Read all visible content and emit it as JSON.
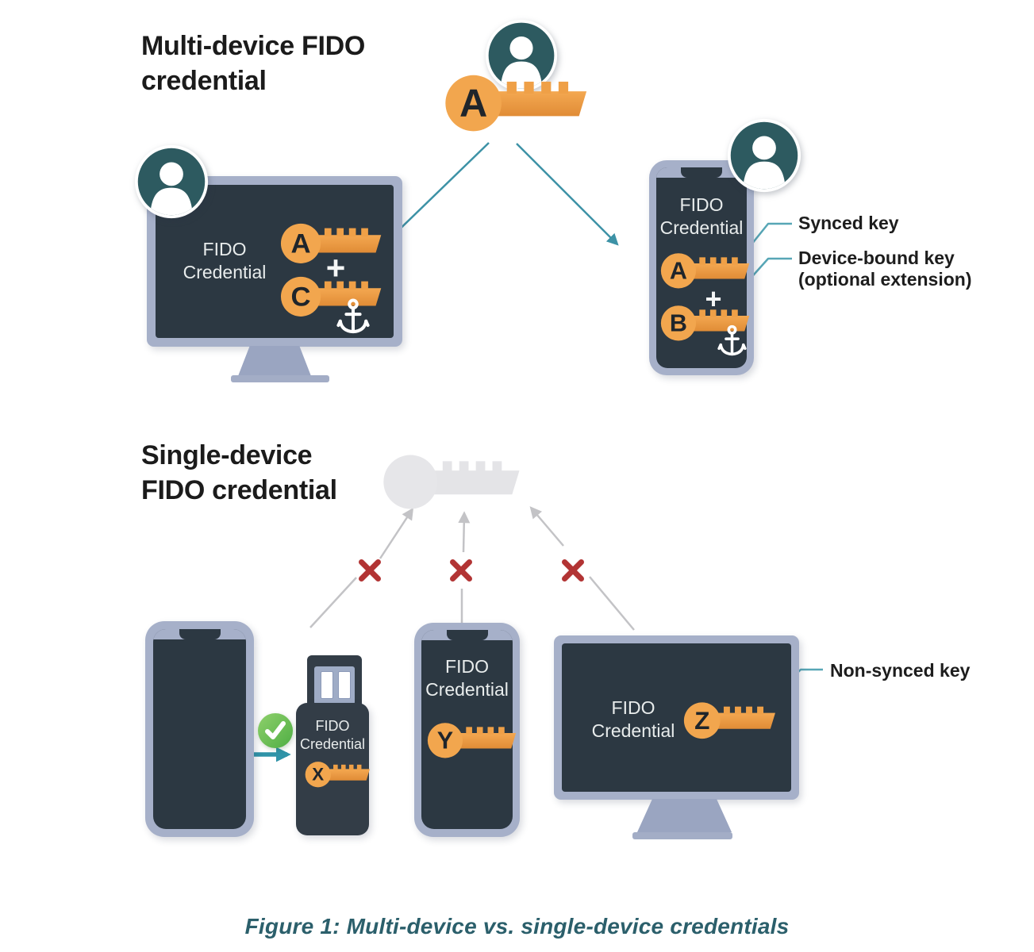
{
  "multi_device": {
    "title": "Multi-device FIDO credential",
    "master_key_letter": "A",
    "monitor": {
      "label": "FIDO Credential",
      "key_top": "A",
      "plus": "+",
      "key_bottom": "C"
    },
    "phone": {
      "label": "FIDO Credential",
      "key_top": "A",
      "plus": "+",
      "key_bottom": "B"
    },
    "callout_synced": "Synced key",
    "callout_device_bound": "Device-bound key",
    "callout_device_bound_note": "(optional extension)"
  },
  "single_device": {
    "title": "Single-device FIDO credential",
    "usb": {
      "label": "FIDO Credential",
      "key": "X"
    },
    "phone": {
      "label": "FIDO Credential",
      "key": "Y"
    },
    "monitor": {
      "label": "FIDO Credential",
      "key": "Z"
    },
    "callout_non_synced": "Non-synced key"
  },
  "caption": "Figure 1: Multi-device vs. single-device credentials",
  "colors": {
    "accent_teal": "#3d92a6",
    "callout_teal": "#57a6b6",
    "key_orange": "#f2a64e",
    "key_orange_dark": "#e08c36",
    "screen_dark": "#2c3842",
    "bezel_gray": "#a6b0c9",
    "avatar_teal": "#2d5a60",
    "error_red": "#b23434",
    "success_green": "#5cb74a",
    "inactive_gray": "#e4e4e7",
    "caption_teal": "#2b5f6b"
  }
}
